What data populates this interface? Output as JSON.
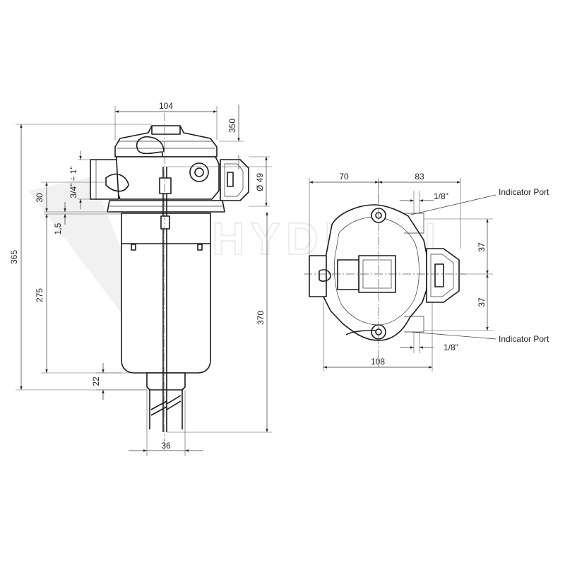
{
  "watermark": "HYDRON",
  "side_view": {
    "dims": {
      "overall_width": "104",
      "top_offset": "350",
      "port_thread": "3/4\" ÷ 1\"",
      "flange_to_port": "30",
      "flange_thickness": "1,5",
      "overall_height": "365",
      "bowl_length": "275",
      "outlet_stub": "22",
      "outlet_diameter": "36",
      "indicator_diameter": "Ø 49",
      "dipstick_length": "370"
    }
  },
  "top_view": {
    "dims": {
      "left_to_center": "70",
      "center_to_right": "83",
      "top_port_thread": "1/8\"",
      "upper_half": "37",
      "lower_half": "37",
      "bottom_port_thread": "1/8\"",
      "base_width": "108"
    },
    "callouts": {
      "top": "Indicator Port",
      "bottom": "Indicator Port"
    }
  }
}
